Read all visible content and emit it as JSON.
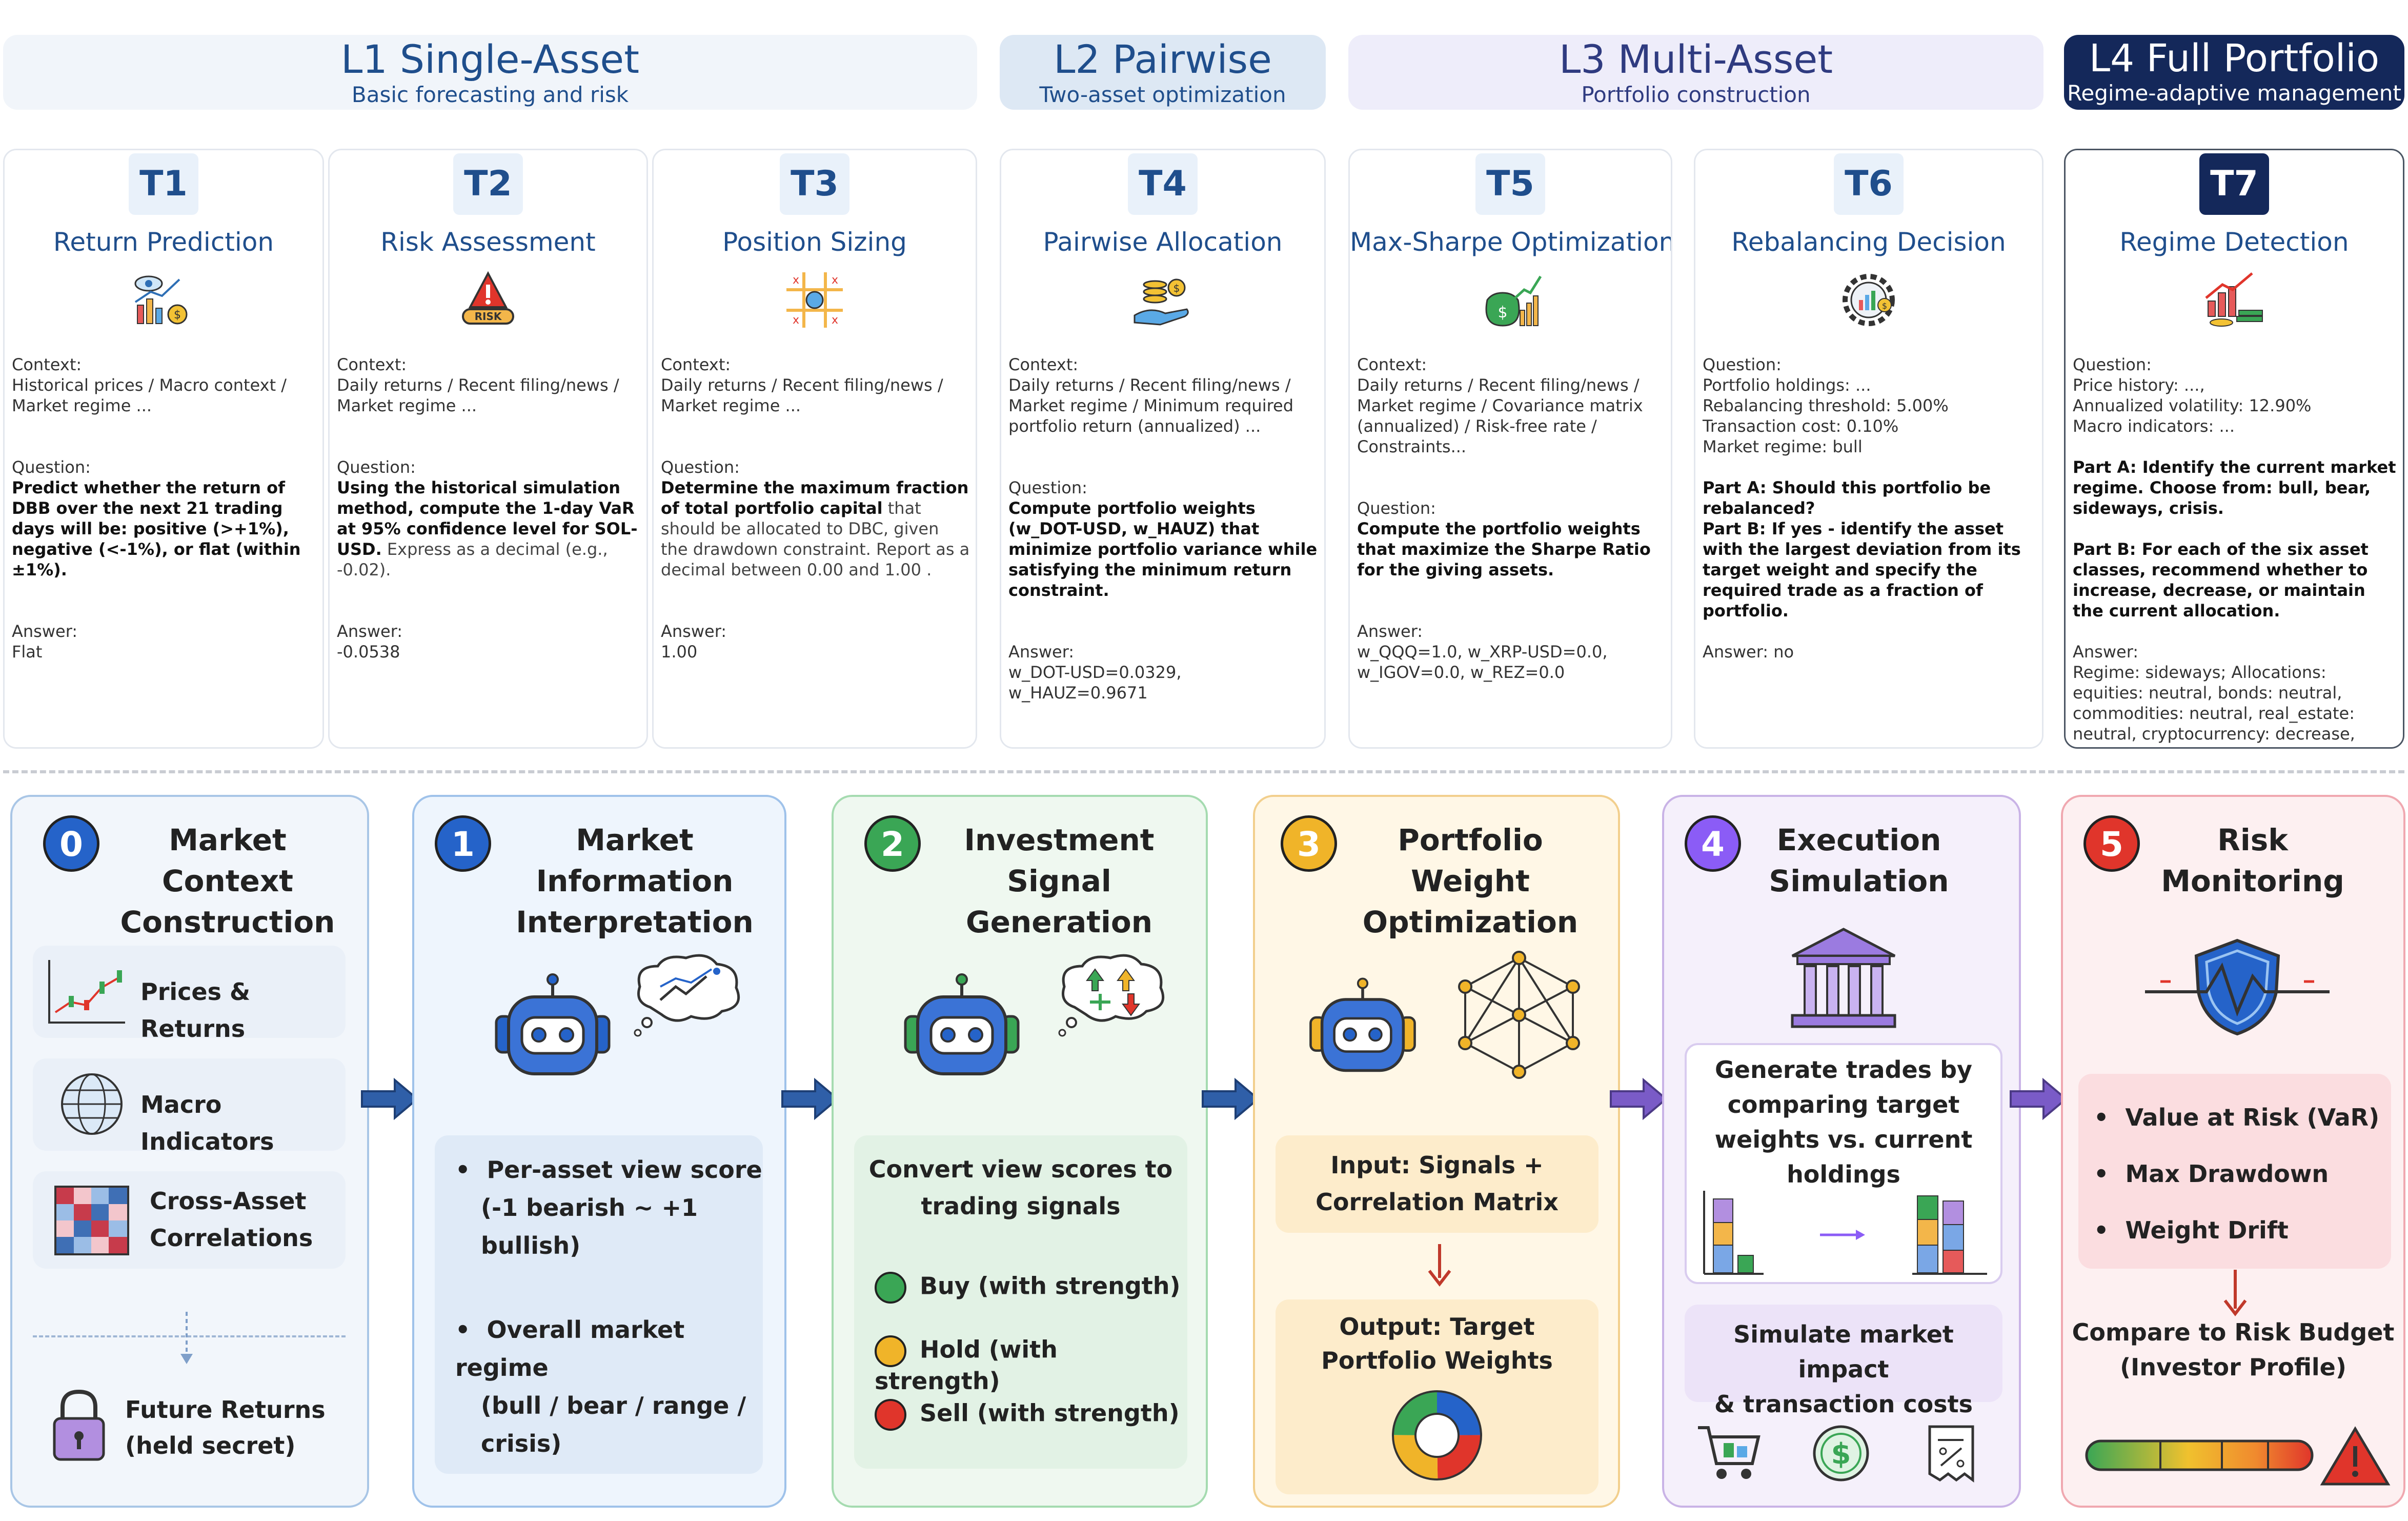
{
  "levels": [
    {
      "title": "L1 Single-Asset",
      "subtitle": "Basic forecasting and risk"
    },
    {
      "title": "L2 Pairwise",
      "subtitle": "Two-asset optimization"
    },
    {
      "title": "L3 Multi-Asset",
      "subtitle": "Portfolio construction"
    },
    {
      "title": "L4 Full Portfolio",
      "subtitle": "Regime-adaptive management"
    }
  ],
  "labels": {
    "context": "Context:",
    "question": "Question:",
    "answer": "Answer:"
  },
  "tasks": [
    {
      "id": "T1",
      "title": "Return Prediction",
      "icon": "return-prediction-icon",
      "context": "Historical prices / Macro context / Market regime ...",
      "question": "Predict whether the return of DBB over the next 21 trading days will be: positive (>+1%), negative (<-1%), or flat (within ±1%).",
      "answer": "Flat"
    },
    {
      "id": "T2",
      "title": "Risk Assessment",
      "icon": "risk-warning-icon",
      "context": "Daily returns / Recent filing/news / Market regime ...",
      "question": "Using the historical simulation method, compute the 1-day VaR at 95% confidence level for SOL-USD.",
      "question_note": "Express as a decimal (e.g., -0.02).",
      "icon_text": "RISK",
      "answer": "-0.0538"
    },
    {
      "id": "T3",
      "title": "Position Sizing",
      "icon": "position-sizing-icon",
      "context": "Daily returns / Recent filing/news / Market regime ...",
      "question": "Determine the maximum fraction of total portfolio capital",
      "question_note": "that should be allocated to DBC, given the drawdown constraint. Report as a decimal between 0.00 and 1.00 .",
      "answer": "1.00"
    },
    {
      "id": "T4",
      "title": "Pairwise Allocation",
      "icon": "coins-hand-icon",
      "context": "Daily returns / Recent filing/news / Market regime / Minimum required portfolio return (annualized) ...",
      "question": "Compute portfolio weights (w_DOT-USD, w_HAUZ) that minimize portfolio variance while satisfying the minimum return constraint.",
      "answer": "w_DOT-USD=0.0329, w_HAUZ=0.9671"
    },
    {
      "id": "T5",
      "title": "Max-Sharpe Optimization",
      "icon": "money-growth-icon",
      "context": "Daily returns / Recent filing/news / Market regime / Covariance matrix (annualized) / Risk-free rate / Constraints...",
      "question": "Compute the portfolio weights that maximize the Sharpe Ratio for the giving assets.",
      "answer": "w_QQQ=1.0, w_XRP-USD=0.0, w_IGOV=0.0, w_REZ=0.0"
    },
    {
      "id": "T6",
      "title": "Rebalancing Decision",
      "icon": "rebalancing-gear-icon",
      "question_lines": [
        "Portfolio holdings: ...",
        "Rebalancing threshold: 5.00%",
        "Transaction cost: 0.10%",
        "Market regime: bull"
      ],
      "part_a": "Part A: Should this portfolio be rebalanced?",
      "part_b": "Part B: If yes - identify the asset with the largest deviation from its target weight and specify the required trade as a fraction of portfolio.",
      "answer": "Answer: no"
    },
    {
      "id": "T7",
      "title": "Regime Detection",
      "icon": "regime-chart-icon",
      "question_lines": [
        "Price history: ...,",
        "Annualized volatility: 12.90%",
        "Macro indicators: ..."
      ],
      "part_a": "Part A: Identify the current market regime. Choose from: bull, bear, sideways, crisis.",
      "part_b": "Part B: For each of the six asset classes, recommend whether to increase, decrease, or maintain the current allocation.",
      "answer": "Regime: sideways; Allocations: equities: neutral, bonds: neutral, commodities: neutral, real_estate: neutral, cryptocurrency: decrease, cash: increase"
    }
  ],
  "stages": [
    {
      "num": "0",
      "color": "#2563c9",
      "title_l1": "Market Context",
      "title_l2": "Construction",
      "items": [
        "Prices & Returns",
        "Macro Indicators",
        "Cross-Asset",
        "Correlations"
      ],
      "secret_l1": "Future Returns",
      "secret_l2": "(held secret)"
    },
    {
      "num": "1",
      "color": "#2563c9",
      "title_l1": "Market Information",
      "title_l2": "Interpretation",
      "bullets": [
        "Per-asset view score",
        "(-1 bearish ~ +1 bullish)",
        "Overall market regime",
        "(bull / bear / range /",
        "crisis)"
      ]
    },
    {
      "num": "2",
      "color": "#3aa655",
      "title_l1": "Investment Signal",
      "title_l2": "Generation",
      "box_l1": "Convert view scores to",
      "box_l2": "trading signals",
      "signals": [
        {
          "label": "Buy (with strength)",
          "color": "#3aa655"
        },
        {
          "label": "Hold (with strength)",
          "color": "#f0b429"
        },
        {
          "label": "Sell (with strength)",
          "color": "#e0352b"
        }
      ]
    },
    {
      "num": "3",
      "color": "#f0b429",
      "title_l1": "Portfolio Weight",
      "title_l2": "Optimization",
      "input_l1": "Input: Signals +",
      "input_l2": "Correlation Matrix",
      "output_l1": "Output: Target",
      "output_l2": "Portfolio Weights"
    },
    {
      "num": "4",
      "color": "#8b5cf6",
      "title_l1": "Execution",
      "title_l2": "Simulation",
      "trade_lines": [
        "Generate trades by",
        "comparing target",
        "weights vs. current",
        "holdings"
      ],
      "sim_l1": "Simulate market impact",
      "sim_l2": "& transaction costs"
    },
    {
      "num": "5",
      "color": "#e0352b",
      "title_l1": "Risk",
      "title_l2": "Monitoring",
      "metrics": [
        "Value at Risk (VaR)",
        "Max Drawdown",
        "Weight Drift"
      ],
      "budget_l1": "Compare to Risk Budget",
      "budget_l2": "(Investor Profile)"
    }
  ],
  "colors": {
    "navy": "#14285a",
    "blue": "#1f4e8c",
    "arrow_blue": "#2f5fa8",
    "arrow_purple": "#7a5bc7"
  }
}
